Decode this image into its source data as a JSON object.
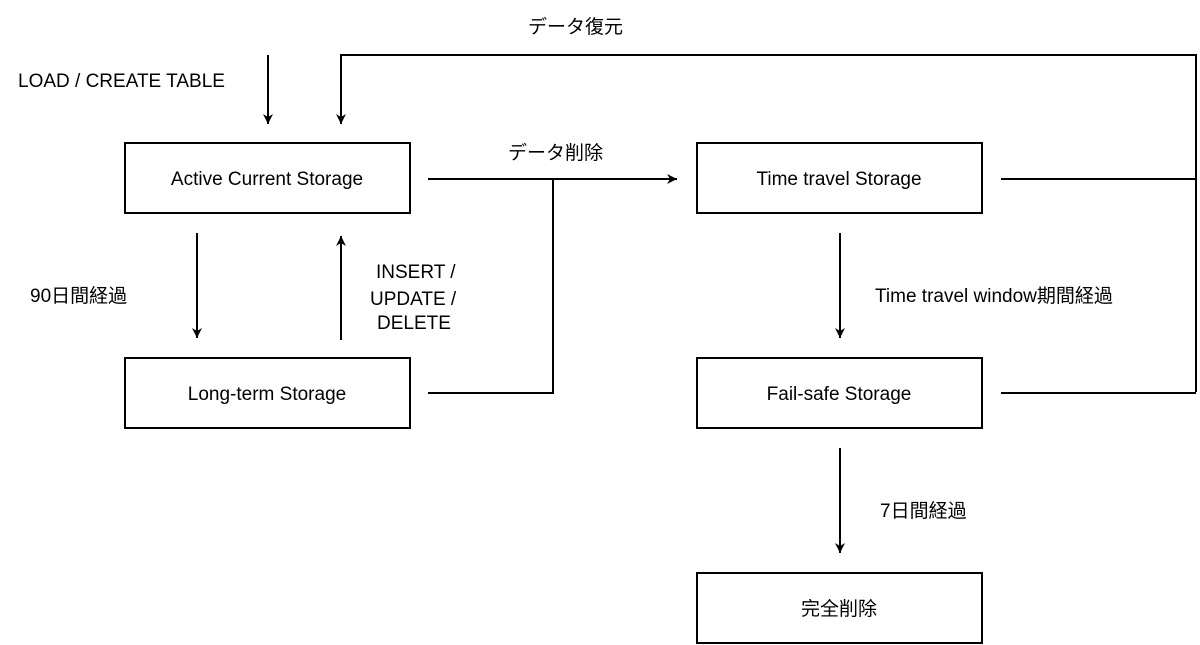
{
  "nodes": {
    "active": "Active Current Storage",
    "longterm": "Long-term Storage",
    "timetravel": "Time travel Storage",
    "failsafe": "Fail-safe Storage",
    "purge": "完全削除"
  },
  "edges": {
    "load": "LOAD / CREATE TABLE",
    "restore": "データ復元",
    "delete": "データ削除",
    "days90": "90日間経過",
    "dml_1": "INSERT /",
    "dml_2": "UPDATE /",
    "dml_3": "DELETE",
    "ttwindow": "Time travel window期間経過",
    "days7": "7日間経過"
  }
}
